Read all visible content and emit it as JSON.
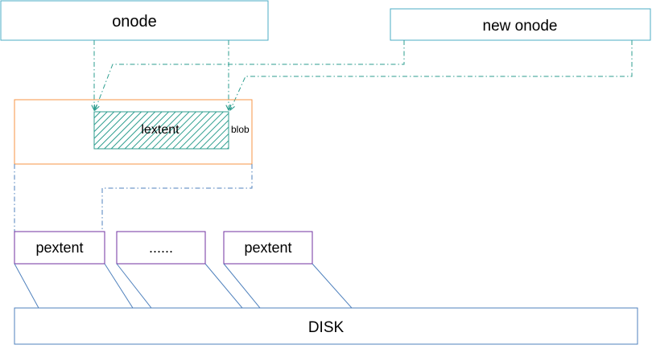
{
  "diagram": {
    "onode": {
      "label": "onode"
    },
    "new_onode": {
      "label": "new onode"
    },
    "blob": {
      "label": "blob"
    },
    "lextent": {
      "label": "lextent"
    },
    "pextents": [
      {
        "label": "pextent"
      },
      {
        "label": "......"
      },
      {
        "label": "pextent"
      }
    ],
    "disk": {
      "label": "DISK"
    }
  },
  "colors": {
    "onode_border": "#4bacc6",
    "blob_border": "#f79646",
    "lextent_fill": "#2e9e8f",
    "pextent_border": "#7030a0",
    "disk_border": "#4f81bd",
    "dashdot_line": "#2e9e8f",
    "blue_line": "#4f81bd"
  }
}
